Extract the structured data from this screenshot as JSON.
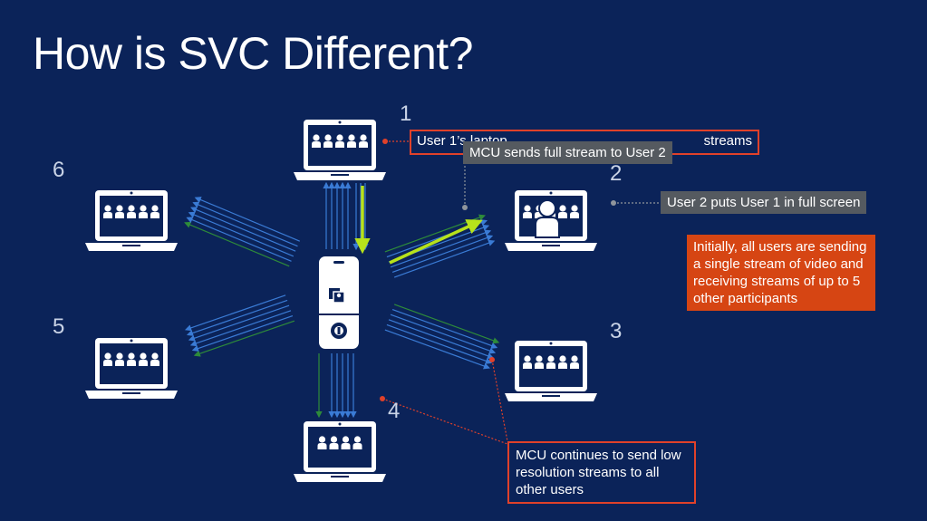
{
  "title": "How is SVC Different?",
  "numbers": [
    "1",
    "2",
    "3",
    "4",
    "5",
    "6"
  ],
  "callouts": {
    "user1_label": "User 1’s laptop",
    "user1_tail": "streams",
    "mcu_full": "MCU sends full stream to User 2",
    "user2_full": "User 2 puts User 1 in full screen",
    "initially": "Initially, all users are sending a single stream of video and receiving streams of up to 5 other participants",
    "continues": "MCU continues to send low resolution streams to all other users"
  },
  "colors": {
    "background": "#0b2359",
    "stream_blue": "#3a7bd5",
    "stream_green": "#2e8b3a",
    "highlight": "#b7e21b",
    "callout_red": "#e0412a",
    "callout_orange": "#d64513",
    "callout_grey": "#555a60"
  },
  "icons": [
    "laptop-icon",
    "presentation-icon",
    "record-icon"
  ]
}
